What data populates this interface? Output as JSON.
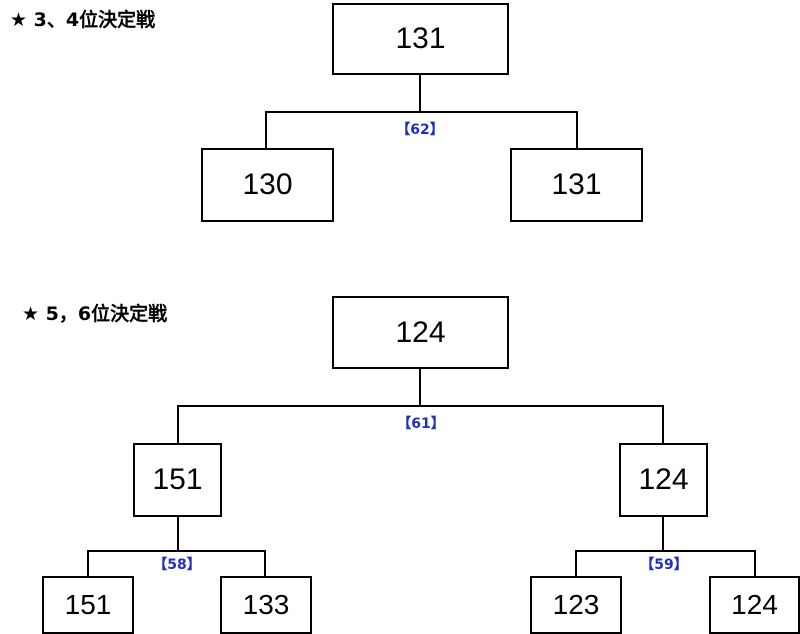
{
  "sections": [
    {
      "title": "★ 3、4位決定戦",
      "final": {
        "score": "131",
        "match": "【62】"
      },
      "left": {
        "score": "130"
      },
      "right": {
        "score": "131"
      }
    },
    {
      "title": "★ 5，6位決定戦",
      "final": {
        "score": "124",
        "match": "【61】"
      },
      "left": {
        "score": "151",
        "match": "【58】",
        "children": [
          "151",
          "133"
        ]
      },
      "right": {
        "score": "124",
        "match": "【59】",
        "children": [
          "123",
          "124"
        ]
      }
    }
  ]
}
